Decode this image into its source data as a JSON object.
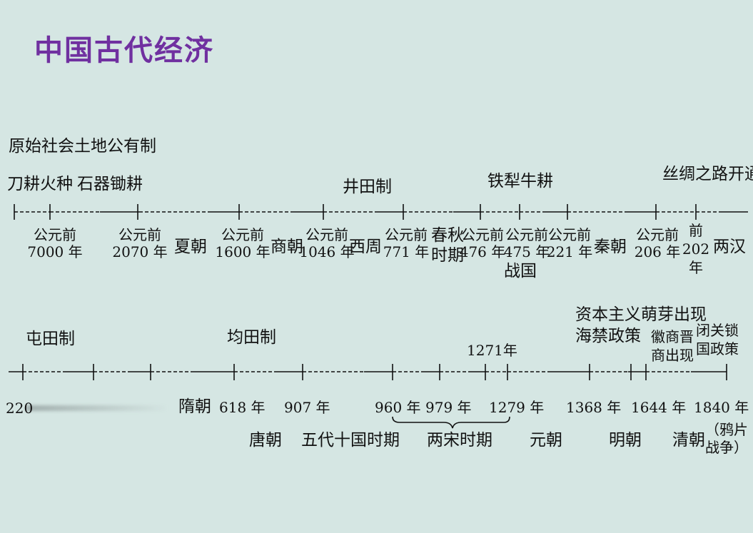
{
  "title": "中国古代经济",
  "row1": {
    "top_label": "原始社会土地公有制",
    "upper": [
      {
        "id": "daogeng",
        "text": "刀耕火种"
      },
      {
        "id": "shiqi",
        "text": "石器锄耕"
      },
      {
        "id": "jingtian",
        "text": "井田制"
      },
      {
        "id": "tieli",
        "text": "铁犁牛耕"
      },
      {
        "id": "sichou",
        "text": "丝绸之路开通"
      }
    ],
    "lower": [
      {
        "id": "d7000",
        "lines": [
          "公元前",
          "7000 年"
        ]
      },
      {
        "id": "d2070",
        "lines": [
          "公元前",
          "2070 年"
        ]
      },
      {
        "id": "xia",
        "lines": [
          "夏朝"
        ]
      },
      {
        "id": "d1600",
        "lines": [
          "公元前",
          "1600 年"
        ]
      },
      {
        "id": "shang",
        "lines": [
          "商朝"
        ]
      },
      {
        "id": "d1046",
        "lines": [
          "公元前",
          "1046 年"
        ]
      },
      {
        "id": "xizhou",
        "lines": [
          "西周"
        ]
      },
      {
        "id": "d771",
        "lines": [
          "公元前",
          "771 年"
        ]
      },
      {
        "id": "chunqiu",
        "lines": [
          "春秋",
          "时期"
        ]
      },
      {
        "id": "d476",
        "lines": [
          "公元前",
          "476 年"
        ]
      },
      {
        "id": "d475",
        "lines": [
          "公元前",
          "475 年",
          "战国"
        ]
      },
      {
        "id": "d221",
        "lines": [
          "公元前",
          "221 年"
        ]
      },
      {
        "id": "qin",
        "lines": [
          "秦朝"
        ]
      },
      {
        "id": "d206",
        "lines": [
          "公元前",
          "206 年"
        ]
      },
      {
        "id": "d202",
        "lines": [
          "前",
          "202",
          "年"
        ]
      },
      {
        "id": "lianghan",
        "lines": [
          "两汉"
        ]
      }
    ]
  },
  "row2": {
    "upper": [
      {
        "id": "tuntian",
        "lines": [
          "屯田制"
        ]
      },
      {
        "id": "juntian",
        "lines": [
          "均田制"
        ]
      },
      {
        "id": "y1271",
        "lines": [
          "1271年"
        ]
      },
      {
        "id": "ziben",
        "lines": [
          "资本主义萌芽出现",
          "海禁政策"
        ]
      },
      {
        "id": "huishang",
        "lines": [
          "徽商晋",
          "商出现"
        ]
      },
      {
        "id": "biguan",
        "lines": [
          "闭关锁",
          "国政策"
        ]
      }
    ],
    "years": [
      {
        "id": "y220",
        "text": "220"
      },
      {
        "id": "y618",
        "text": "618 年"
      },
      {
        "id": "y907",
        "text": "907 年"
      },
      {
        "id": "y960",
        "text": "960 年"
      },
      {
        "id": "y979",
        "text": "979 年"
      },
      {
        "id": "y1279",
        "text": "1279 年"
      },
      {
        "id": "y1368",
        "text": "1368 年"
      },
      {
        "id": "y1644",
        "text": "1644 年"
      },
      {
        "id": "y1840",
        "text": "1840 年"
      }
    ],
    "dynasties": [
      {
        "id": "sui",
        "text": "隋朝"
      },
      {
        "id": "tang",
        "text": "唐朝"
      },
      {
        "id": "wudai",
        "text": "五代十国时期"
      },
      {
        "id": "liangsong",
        "text": "两宋时期"
      },
      {
        "id": "yuan",
        "text": "元朝"
      },
      {
        "id": "ming",
        "text": "明朝"
      },
      {
        "id": "qing",
        "text": "清朝"
      }
    ],
    "note": [
      "（鸦片",
      "战争）"
    ]
  }
}
